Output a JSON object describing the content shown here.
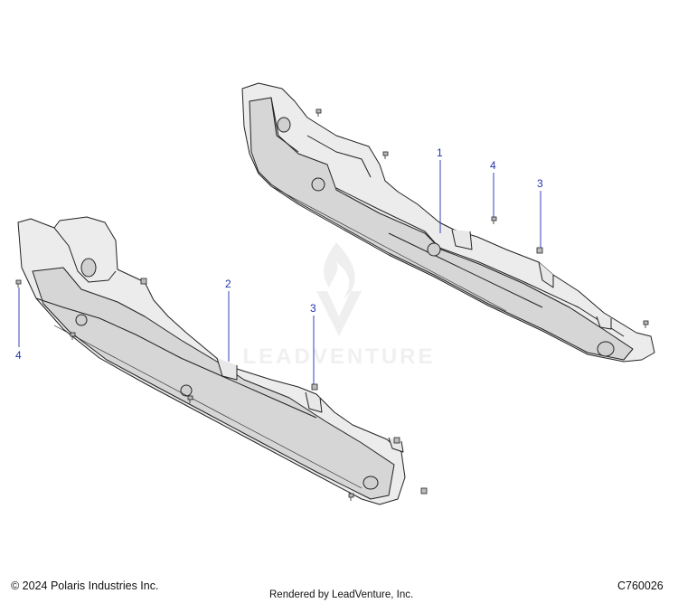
{
  "callouts": [
    {
      "id": "c1",
      "label": "1"
    },
    {
      "id": "c2",
      "label": "2"
    },
    {
      "id": "c3a",
      "label": "3"
    },
    {
      "id": "c3b",
      "label": "3"
    },
    {
      "id": "c4a",
      "label": "4"
    },
    {
      "id": "c4b",
      "label": "4"
    }
  ],
  "watermark": {
    "text": "LEADVENTURE"
  },
  "footer": {
    "copyright": "© 2024 Polaris Industries Inc.",
    "rendered_by": "Rendered by LeadVenture, Inc.",
    "diagram_code": "C760026"
  },
  "colors": {
    "panel_fill": "#ececec",
    "panel_shade": "#d4d4d4",
    "outline": "#222222",
    "callout_text": "#2233aa",
    "leader_line": "#3344bb",
    "watermark": "#e0e0e0"
  }
}
